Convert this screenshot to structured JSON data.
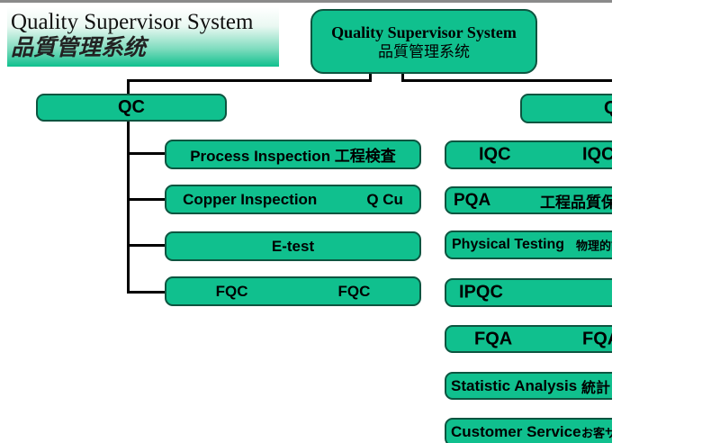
{
  "banner": {
    "title": "Quality Supervisor System",
    "subtitle": "品質管理系统"
  },
  "root_box": {
    "title": "Quality Supervisor System",
    "subtitle": "品質管理系统"
  },
  "left_branch": {
    "label": "QC",
    "children": {
      "process": {
        "label": "Process Inspection 工程検査"
      },
      "copper": {
        "left": "Copper Inspection",
        "right": "Q Cu"
      },
      "etest": {
        "label": "E-test"
      },
      "fqc": {
        "left": "FQC",
        "right": "FQC"
      }
    }
  },
  "right_branch": {
    "label": "QA",
    "children": {
      "iqc": {
        "left": "IQC",
        "right": "IQC"
      },
      "pqa": {
        "left": "PQA",
        "right": "工程品質保"
      },
      "physical": {
        "latin": "Physical Testing",
        "cjk": "物理的試"
      },
      "ipqc": {
        "label": "IPQC"
      },
      "fqa": {
        "left": "FQA",
        "right": "FQA"
      },
      "statistic": {
        "latin": "Statistic Analysis",
        "cjk": "統計"
      },
      "customer": {
        "latin": "Customer Service",
        "cjk": "お客サー"
      }
    }
  },
  "colors": {
    "box_fill": "#10c08e",
    "box_border": "#0d5540",
    "connector": "#000000",
    "top_rule": "#8a8a8a"
  }
}
